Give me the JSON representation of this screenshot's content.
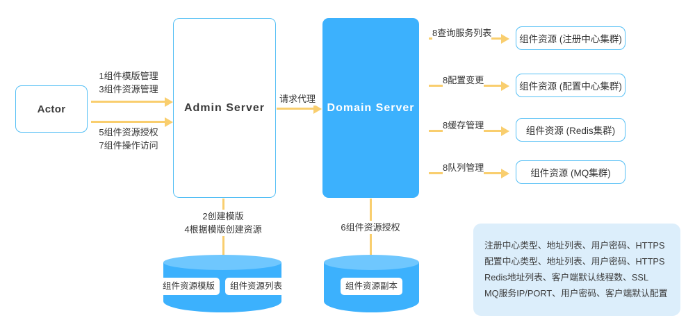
{
  "diagram": {
    "actor": {
      "label": "Actor"
    },
    "admin_server": {
      "label": "Admin Server"
    },
    "domain_server": {
      "label": "Domain Server"
    },
    "actor_to_admin": {
      "top_label_line1": "1组件模版管理",
      "top_label_line2": "3组件资源管理",
      "bottom_label_line1": "5组件资源授权",
      "bottom_label_line2": "7组件操作访问"
    },
    "admin_to_domain": {
      "label": "请求代理"
    },
    "admin_to_store": {
      "line1": "2创建模版",
      "line2": "4根据模版创建资源"
    },
    "domain_to_store": {
      "label": "6组件资源授权"
    },
    "right_flows": [
      {
        "arrow_label": "8查询服务列表",
        "box_label": "组件资源 (注册中心集群)"
      },
      {
        "arrow_label": "8配置变更",
        "box_label": "组件资源 (配置中心集群)"
      },
      {
        "arrow_label": "8缓存管理",
        "box_label": "组件资源 (Redis集群)"
      },
      {
        "arrow_label": "8队列管理",
        "box_label": "组件资源 (MQ集群)"
      }
    ],
    "stores": [
      {
        "pills": [
          "组件资源模版",
          "组件资源列表"
        ]
      },
      {
        "pills": [
          "组件资源副本"
        ]
      }
    ],
    "info_panel": {
      "lines": [
        "注册中心类型、地址列表、用户密码、HTTPS",
        "配置中心类型、地址列表、用户密码、HTTPS",
        "Redis地址列表、客户端默认线程数、SSL",
        "MQ服务IP/PORT、用户密码、客户端默认配置"
      ]
    },
    "colors": {
      "accent_blue": "#3CB1FD",
      "border_blue": "#54BFF5",
      "arrow_amber": "#F9CE6E",
      "panel_blue": "#DCEEFB"
    }
  }
}
